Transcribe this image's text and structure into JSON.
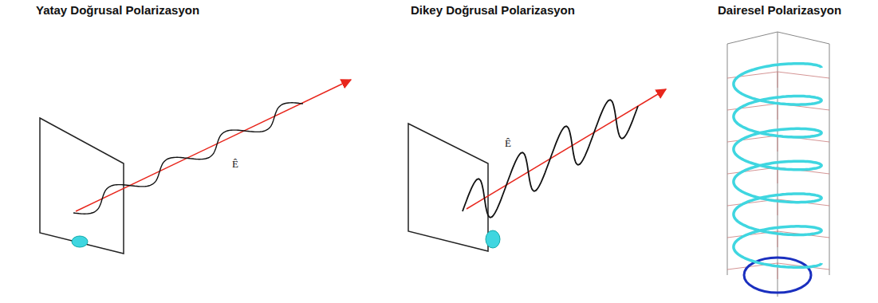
{
  "diagram": {
    "labels": [
      "Yatay Doğrusal Polarizasyon",
      "Dikey Doğrusal Polarizasyon",
      "Dairesel Polarizasyon",
      "Ê",
      "Ê"
    ]
  }
}
